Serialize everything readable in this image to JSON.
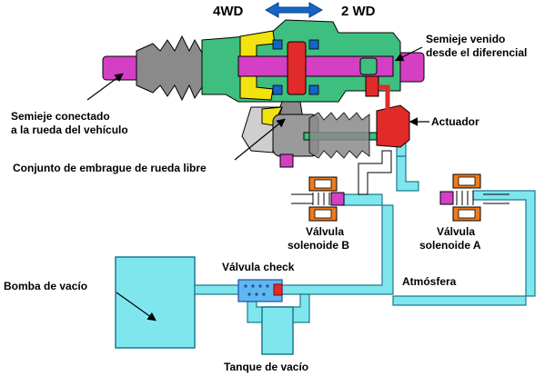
{
  "labels": {
    "mode_4wd": "4WD",
    "mode_2wd": "2 WD",
    "semieje_venido_1": "Semieje venido",
    "semieje_venido_2": "desde el diferencial",
    "semieje_conectado_1": "Semieje conectado",
    "semieje_conectado_2": "a la rueda del vehículo",
    "actuador": "Actuador",
    "conjunto_embrague": "Conjunto de embrague de rueda libre",
    "valvula_b_1": "Válvula",
    "valvula_b_2": "solenoide B",
    "valvula_a_1": "Válvula",
    "valvula_a_2": "solenoide A",
    "valvula_check": "Válvula check",
    "bomba_vacio": "Bomba de vacío",
    "atmosfera": "Atmósfera",
    "tanque_vacio": "Tanque de vacío"
  },
  "colors": {
    "vacuum_line": "#7fe6ee",
    "vacuum_stroke": "#1a7a90",
    "shaft": "#d43fc4",
    "housing_green": "#3fbf7f",
    "boot_gray": "#8a8a8a",
    "arrow_blue": "#1565c8",
    "actuator_red": "#e12a2a",
    "yellow": "#f2e20f",
    "coil_orange": "#f07a1a"
  }
}
